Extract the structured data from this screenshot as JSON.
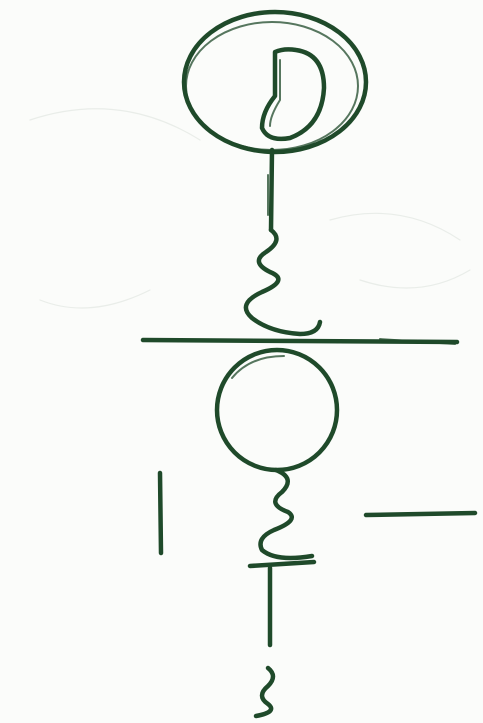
{
  "drawing": {
    "ink_color": "#1f4a2a",
    "paper_color": "#fbfcfa",
    "smudge_color": "#c9d2c8",
    "figures": [
      {
        "name": "upper-figure",
        "parts": [
          "ring",
          "d-shape",
          "stem",
          "coil"
        ]
      },
      {
        "name": "ground-line"
      },
      {
        "name": "lower-figure",
        "parts": [
          "circle",
          "coil",
          "stem",
          "tail"
        ]
      },
      {
        "name": "left-vertical-stroke"
      },
      {
        "name": "right-horizontal-stroke"
      }
    ]
  }
}
